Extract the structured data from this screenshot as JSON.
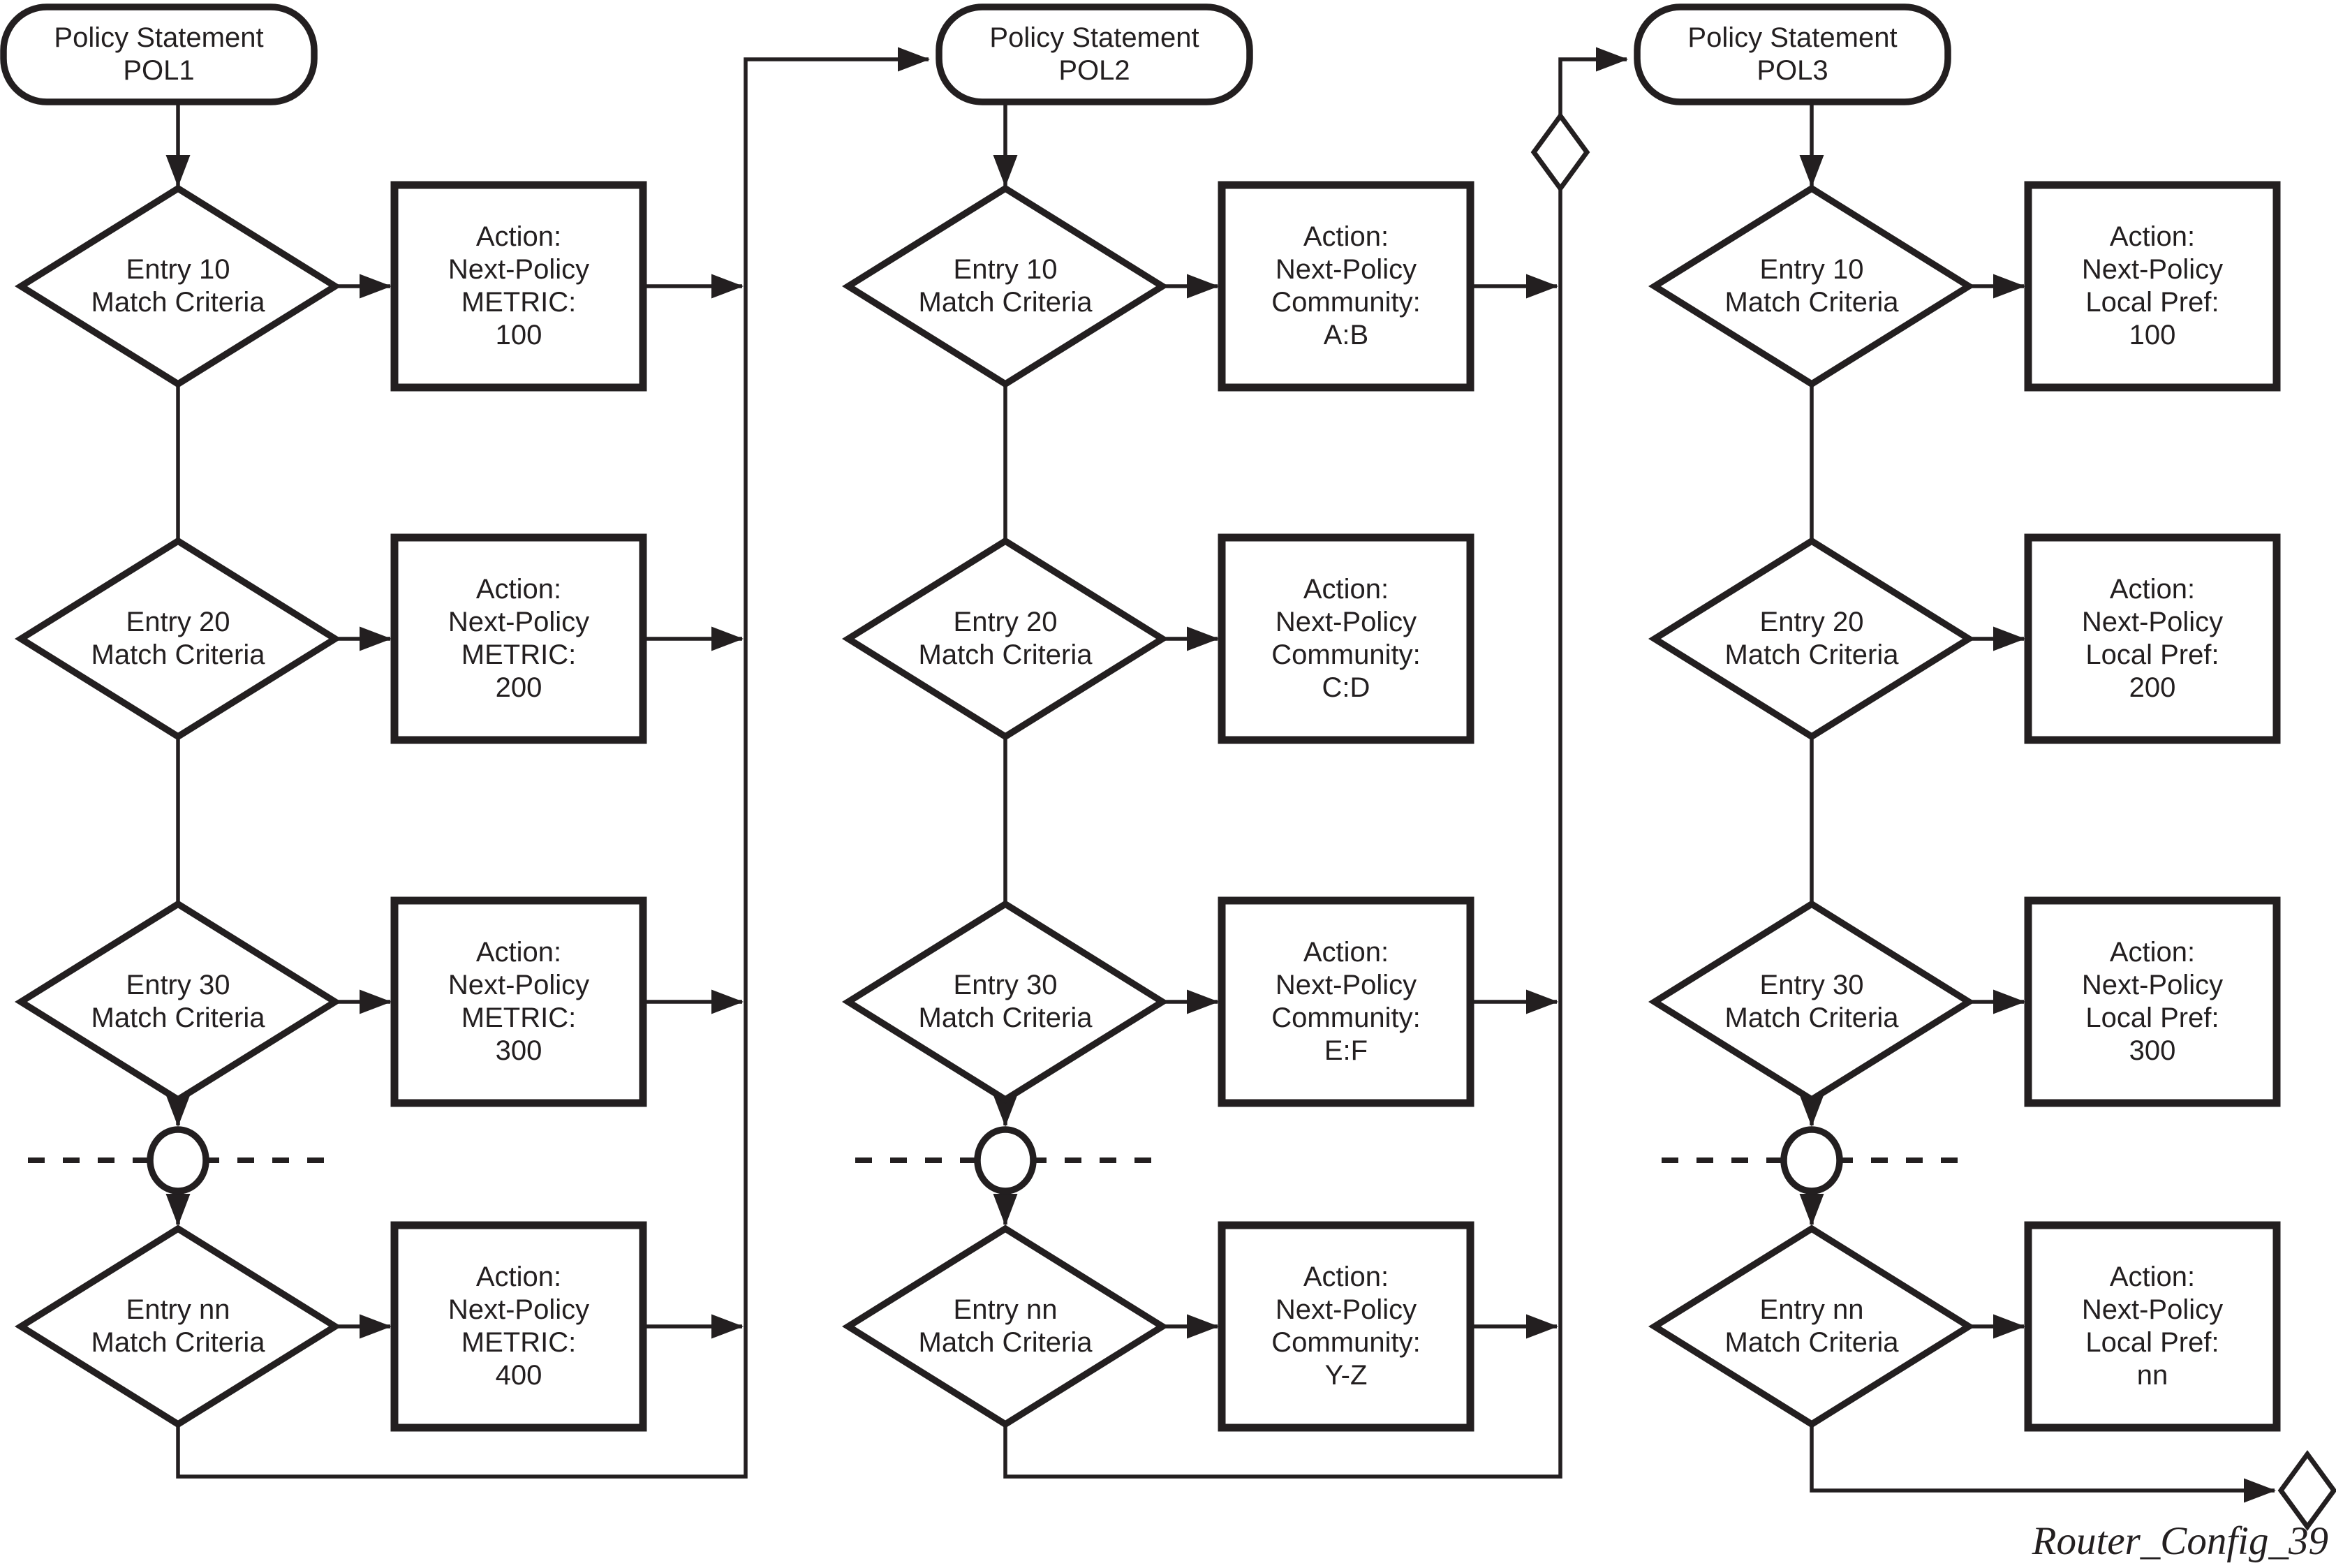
{
  "figure": {
    "caption": "Router_Config_39",
    "colors": {
      "ink": "#231f20",
      "paper": "#ffffff"
    }
  },
  "columns": [
    {
      "policy": {
        "line1": "Policy Statement",
        "line2": "POL1"
      },
      "entries": [
        {
          "title": "Entry 10",
          "subtitle": "Match Criteria"
        },
        {
          "title": "Entry 20",
          "subtitle": "Match Criteria"
        },
        {
          "title": "Entry 30",
          "subtitle": "Match Criteria"
        },
        {
          "title": "Entry nn",
          "subtitle": "Match Criteria"
        }
      ],
      "actions": [
        {
          "l1": "Action:",
          "l2": "Next-Policy",
          "l3": "METRIC:",
          "l4": "100"
        },
        {
          "l1": "Action:",
          "l2": "Next-Policy",
          "l3": "METRIC:",
          "l4": "200"
        },
        {
          "l1": "Action:",
          "l2": "Next-Policy",
          "l3": "METRIC:",
          "l4": "300"
        },
        {
          "l1": "Action:",
          "l2": "Next-Policy",
          "l3": "METRIC:",
          "l4": "400"
        }
      ]
    },
    {
      "policy": {
        "line1": "Policy Statement",
        "line2": "POL2"
      },
      "entries": [
        {
          "title": "Entry 10",
          "subtitle": "Match Criteria"
        },
        {
          "title": "Entry 20",
          "subtitle": "Match Criteria"
        },
        {
          "title": "Entry 30",
          "subtitle": "Match Criteria"
        },
        {
          "title": "Entry nn",
          "subtitle": "Match Criteria"
        }
      ],
      "actions": [
        {
          "l1": "Action:",
          "l2": "Next-Policy",
          "l3": "Community:",
          "l4": "A:B"
        },
        {
          "l1": "Action:",
          "l2": "Next-Policy",
          "l3": "Community:",
          "l4": "C:D"
        },
        {
          "l1": "Action:",
          "l2": "Next-Policy",
          "l3": "Community:",
          "l4": "E:F"
        },
        {
          "l1": "Action:",
          "l2": "Next-Policy",
          "l3": "Community:",
          "l4": "Y-Z"
        }
      ]
    },
    {
      "policy": {
        "line1": "Policy Statement",
        "line2": "POL3"
      },
      "entries": [
        {
          "title": "Entry 10",
          "subtitle": "Match Criteria"
        },
        {
          "title": "Entry 20",
          "subtitle": "Match Criteria"
        },
        {
          "title": "Entry 30",
          "subtitle": "Match Criteria"
        },
        {
          "title": "Entry nn",
          "subtitle": "Match Criteria"
        }
      ],
      "actions": [
        {
          "l1": "Action:",
          "l2": "Next-Policy",
          "l3": "Local Pref:",
          "l4": "100"
        },
        {
          "l1": "Action:",
          "l2": "Next-Policy",
          "l3": "Local Pref:",
          "l4": "200"
        },
        {
          "l1": "Action:",
          "l2": "Next-Policy",
          "l3": "Local Pref:",
          "l4": "300"
        },
        {
          "l1": "Action:",
          "l2": "Next-Policy",
          "l3": "Local Pref:",
          "l4": "nn"
        }
      ]
    }
  ]
}
